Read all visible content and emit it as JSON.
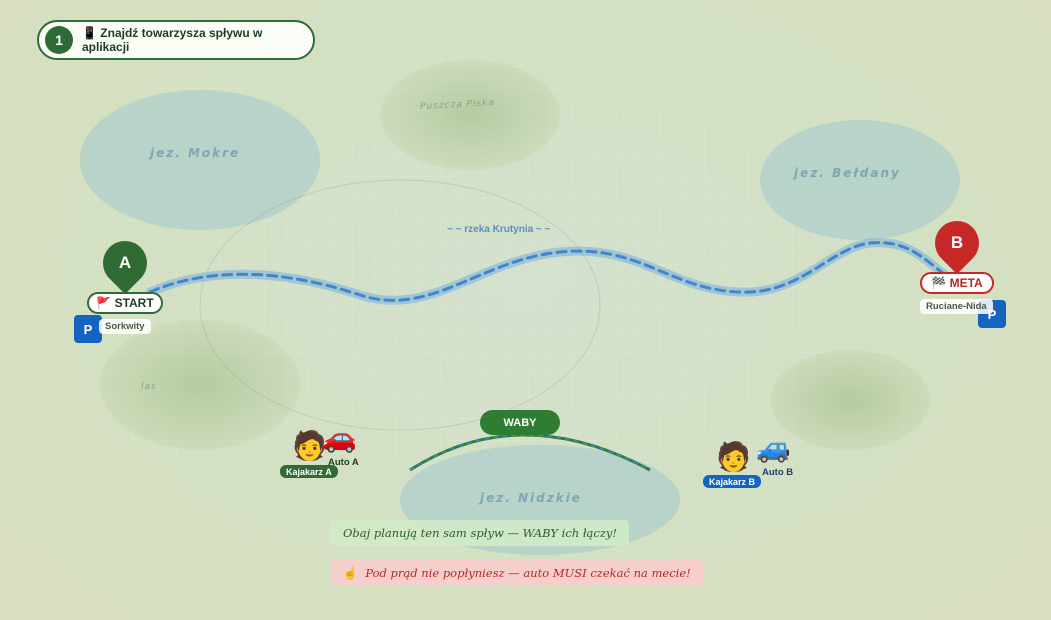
{
  "step": {
    "number": "1",
    "icon": "📱",
    "label": "Znajdź towarzysza spływu w aplikacji"
  },
  "map": {
    "lakes": {
      "mokre": "jez. Mokre",
      "beldany": "jez. Bełdany",
      "nidzkie": "jez. Nidzkie"
    },
    "forest": "Puszcza Piska",
    "woods": "las",
    "river": "~ ~ rzeka Krutynia ~ ~"
  },
  "start": {
    "letter": "A",
    "label": "🚩 START",
    "place": "Sorkwity",
    "parking": "P"
  },
  "finish": {
    "letter": "B",
    "label": "🏁 META",
    "place": "Ruciane-Nida",
    "parking": "P"
  },
  "kayaker_a": {
    "emoji": "🧑",
    "label": "Kajakarz A",
    "car_emoji": "🚗",
    "car_label": "Auto A"
  },
  "kayaker_b": {
    "emoji": "🧑",
    "label": "Kajakarz B",
    "car_emoji": "🚙",
    "car_label": "Auto B"
  },
  "waby_badge": "WABY",
  "notes": {
    "shared_route": "Obaj planują ten sam spływ — WABY ich łączy!",
    "warning_icon": "☝️",
    "warning": "Pod prąd nie popłyniesz — auto MUSI czekać na mecie!"
  },
  "colors": {
    "green": "#2e6b35",
    "red": "#c62828",
    "blue": "#1565c0",
    "river": "#4a8fd0"
  }
}
